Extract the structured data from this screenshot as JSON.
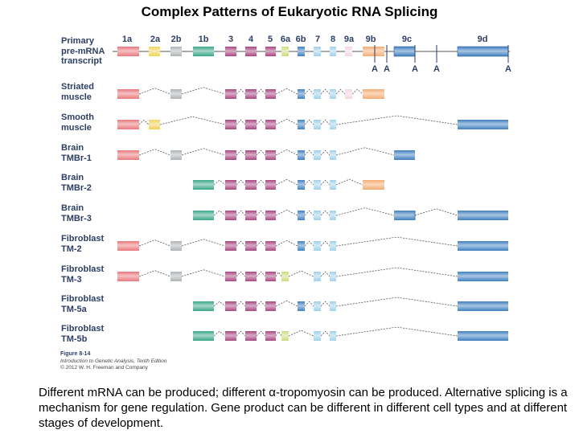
{
  "title": "Complex Patterns of Eukaryotic RNA Splicing",
  "exon_labels": [
    "1a",
    "2a",
    "2b",
    "1b",
    "3",
    "4",
    "5",
    "6a",
    "6b",
    "7",
    "8",
    "9a",
    "9b",
    "9c",
    "9d"
  ],
  "polya_label": "A",
  "rows": [
    {
      "label": "Primary\npre-mRNA\ntranscript",
      "kind": "primary"
    },
    {
      "label": "Striated\nmuscle",
      "exons": [
        "1a",
        "2b",
        "3",
        "4",
        "5",
        "6b",
        "7",
        "8",
        "9a",
        "9b"
      ]
    },
    {
      "label": "Smooth\nmuscle",
      "exons": [
        "1a",
        "2a",
        "3",
        "4",
        "5",
        "6b",
        "7",
        "8",
        "9d"
      ]
    },
    {
      "label": "Brain\nTMBr-1",
      "exons": [
        "1a",
        "2b",
        "3",
        "4",
        "5",
        "6b",
        "7",
        "8",
        "9c"
      ]
    },
    {
      "label": "Brain\nTMBr-2",
      "exons": [
        "1b",
        "3",
        "4",
        "5",
        "6b",
        "7",
        "8",
        "9b"
      ]
    },
    {
      "label": "Brain\nTMBr-3",
      "exons": [
        "1b",
        "3",
        "4",
        "5",
        "6b",
        "7",
        "8",
        "9c",
        "9d"
      ]
    },
    {
      "label": "Fibroblast\nTM-2",
      "exons": [
        "1a",
        "2b",
        "3",
        "4",
        "5",
        "6b",
        "7",
        "8",
        "9d"
      ]
    },
    {
      "label": "Fibroblast\nTM-3",
      "exons": [
        "1a",
        "2b",
        "3",
        "4",
        "5",
        "6a",
        "7",
        "8",
        "9d"
      ]
    },
    {
      "label": "Fibroblast\nTM-5a",
      "exons": [
        "1b",
        "3",
        "4",
        "5",
        "6b",
        "7",
        "8",
        "9d"
      ]
    },
    {
      "label": "Fibroblast\nTM-5b",
      "exons": [
        "1b",
        "3",
        "4",
        "5",
        "6a",
        "7",
        "8",
        "9d"
      ]
    }
  ],
  "colors": {
    "1a": "#e8777a",
    "2a": "#f2d15a",
    "2b": "#aeb3b6",
    "1b": "#3aa688",
    "3": "#a8457f",
    "4": "#a8457f",
    "5": "#a8457f",
    "6a": "#c8de79",
    "6b": "#3f7fbf",
    "7": "#9fd0ea",
    "8": "#9fd0ea",
    "9a": "#f1d7dc",
    "9b": "#f3ab70",
    "9c": "#3f7fbf",
    "9d": "#3f7fbf"
  },
  "figure_caption": {
    "figure": "Figure 8-14",
    "book": "Introduction to Genetic Analysis, Tenth Edition",
    "copyright": "© 2012 W. H. Freeman and Company"
  },
  "footer_text": "Different mRNA can be produced; different α-tropomyosin can be produced. Alternative splicing is a mechanism for gene regulation.  Gene product can be different in different cell types and at different stages of development."
}
